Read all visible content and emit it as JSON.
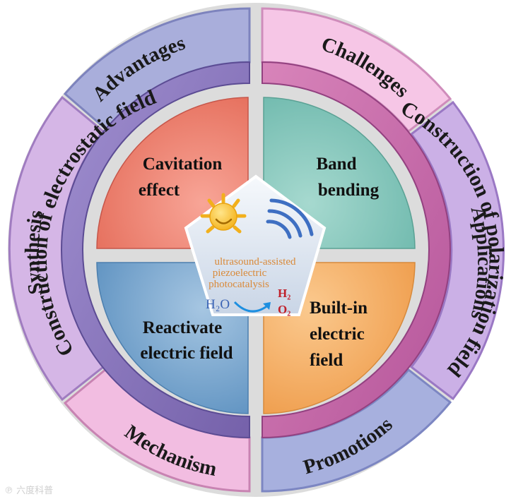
{
  "outer_ring": {
    "advantages": "Advantages",
    "synthesis": "Synthesis",
    "mechanism": "Mechanism",
    "challenges": "Challenges",
    "applications": "Applications",
    "promotions": "Promotions"
  },
  "middle_ring": {
    "left": "Construction of electrostatic field",
    "right": "Construction of polarization field"
  },
  "quadrants": {
    "top_left": [
      "Cavitation",
      "effect"
    ],
    "top_right": [
      "Band",
      "bending"
    ],
    "bottom_left": [
      "Reactivate",
      "electric field"
    ],
    "bottom_right": [
      "Built-in",
      "electric",
      "field"
    ]
  },
  "center": {
    "lines": [
      "ultrasound-assisted",
      "piezoelectric",
      "photocatalysis"
    ],
    "h2o": "H₂O",
    "h2": "H₂",
    "o2": "O₂"
  },
  "watermark": "℗ 六度科普",
  "colors": {
    "quad_tl": "#ee7d6c",
    "quad_tr": "#7fc3b8",
    "quad_bl": "#6fa0c8",
    "quad_br": "#f3a75e",
    "middle_left": "#8673b8",
    "middle_right": "#c96aa8",
    "outer_purple": "#c9b2e0",
    "outer_pink": "#f2b6df",
    "outer_blue": "#a9b2dc"
  }
}
